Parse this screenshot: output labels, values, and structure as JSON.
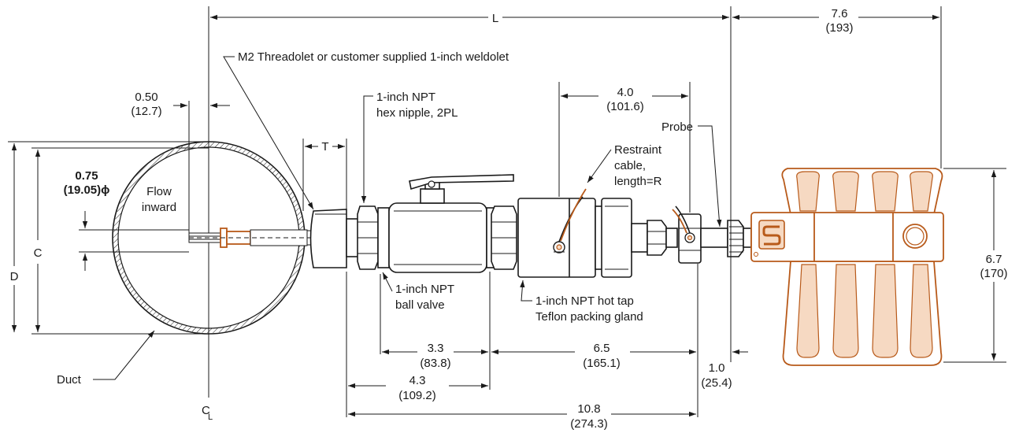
{
  "labels": {
    "threadolet": "M2 Threadolet or customer supplied 1-inch weldolet",
    "hex_nipple_1": "1-inch NPT",
    "hex_nipple_2": "hex nipple, 2PL",
    "restraint_1": "Restraint",
    "restraint_2": "cable,",
    "restraint_3": "length=R",
    "probe": "Probe",
    "flow_1": "Flow",
    "flow_2": "inward",
    "probe_dia_1": "0.75",
    "probe_dia_2": "(19.05)ϕ",
    "ball_valve_1": "1-inch NPT",
    "ball_valve_2": "ball valve",
    "hot_tap_1": "1-inch NPT hot tap",
    "hot_tap_2": "Teflon packing gland",
    "duct": "Duct",
    "centerline": "C",
    "centerline_sub": "L"
  },
  "dimensions": {
    "L": "L",
    "d_7_6": "7.6",
    "d_7_6_mm": "(193)",
    "d_0_50": "0.50",
    "d_0_50_mm": "(12.7)",
    "T": "T",
    "d_4_0": "4.0",
    "d_4_0_mm": "(101.6)",
    "C": "C",
    "D": "D",
    "d_6_7": "6.7",
    "d_6_7_mm": "(170)",
    "d_3_3": "3.3",
    "d_3_3_mm": "(83.8)",
    "d_6_5": "6.5",
    "d_6_5_mm": "(165.1)",
    "d_4_3": "4.3",
    "d_4_3_mm": "(109.2)",
    "d_1_0": "1.0",
    "d_1_0_mm": "(25.4)",
    "d_10_8": "10.8",
    "d_10_8_mm": "(274.3)"
  },
  "colors": {
    "line": "#1a1a1a",
    "probe_orange": "#b85a1a",
    "probe_fill": "#f6d9c2"
  },
  "icons": {
    "logo": "s-logo-icon"
  }
}
